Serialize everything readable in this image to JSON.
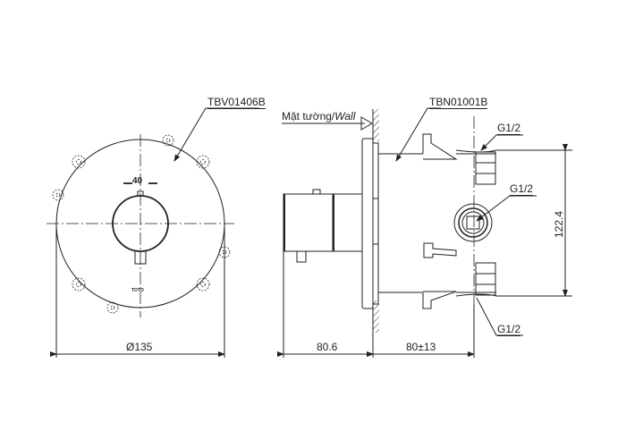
{
  "drawing": {
    "front_view": {
      "part_label": "TBV01406B",
      "dial_mark": "40",
      "brand_mark": "TOTO",
      "diameter_dim": "Ø135"
    },
    "side_view": {
      "wall_label_vi": "Mặt tường/",
      "wall_label_en": "Wall",
      "body_label": "TBN01001B",
      "port_top": "G1/2",
      "port_middle": "G1/2",
      "port_bottom": "G1/2",
      "dim_projection": "80.6",
      "dim_depth": "80±13",
      "dim_height": "122.4"
    },
    "colors": {
      "line": "#222222",
      "background": "#ffffff"
    }
  }
}
